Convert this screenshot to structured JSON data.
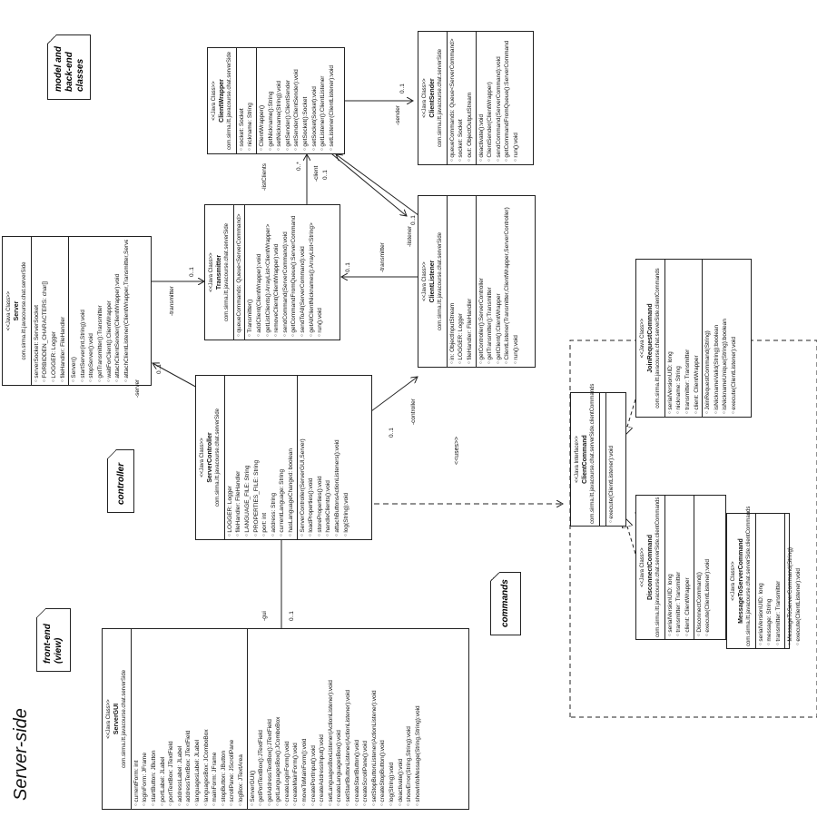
{
  "title": "Server-side",
  "notes": {
    "model": "model and back-end classes",
    "controller": "controller",
    "view": "front-end (view)",
    "commands": "commands"
  },
  "stereotype": "<<Java Class>>",
  "iface_stereotype": "<<Java Interface>>",
  "classes": {
    "server": {
      "name": "Server",
      "pkg": "com.sirma.itt.javacourse.chat.serverSide",
      "fields": [
        "serverSocket: ServerSocket",
        "FORBIDDEN_CHARACTERS: char[]",
        "LOGGER: Logger",
        "fileHandler: FileHandler"
      ],
      "methods": [
        "Server()",
        "startServer(int,String):void",
        "stopServer():void",
        "getTransmitter():Transmitter",
        "waitForClient():ClientWrapper",
        "attachClientSender(ClientWrapper):void",
        "attachClientListener(ClientWrapper,Transmitter,ServerController):void"
      ]
    },
    "clientWrapper": {
      "name": "ClientWrapper",
      "pkg": "com.sirma.itt.javacourse.chat.serverSide",
      "fields": [
        "socket: Socket",
        "nickname: String"
      ],
      "methods": [
        "ClientWrapper()",
        "getNickname():String",
        "setNickname(String):void",
        "getSender():ClientSender",
        "setSender(ClientSender):void",
        "getSocket():Socket",
        "setSocket(Socket):void",
        "getListener():ClientListener",
        "setListener(ClientListener):void"
      ]
    },
    "clientSender": {
      "name": "ClientSender",
      "pkg": "com.sirma.itt.javacourse.chat.serverSide",
      "fields": [
        "queueCommands: Queue<ServerCommand>",
        "socket: Socket",
        "out: ObjectOutputStream"
      ],
      "methods": [
        "deactivate():void",
        "ClientSender(ClientWrapper)",
        "sendCommand(ServerCommand):void",
        "getCommandFromQueue():ServerCommand",
        "run():void"
      ]
    },
    "transmitter": {
      "name": "Transmitter",
      "pkg": "com.sirma.itt.javacourse.chat.serverSide",
      "fields": [
        "queueCommands: Queue<ServerCommand>"
      ],
      "methods": [
        "Transmitter()",
        "addClient(ClientWrapper):void",
        "getListClients():ArrayList<ClientWrapper>",
        "removeClient(ClientWrapper):void",
        "sendCommand(ServerCommand):void",
        "getCommandFromQueue():ServerCommand",
        "sendToAll(ServerCommand):void",
        "getAllClientNicknames():ArrayList<String>",
        "run():void"
      ]
    },
    "clientListener": {
      "name": "ClientListener",
      "pkg": "com.sirma.itt.javacourse.chat.serverSide",
      "fields": [
        "in: ObjectInputStream",
        "LOGGER: Logger",
        "fileHandler: FileHandler"
      ],
      "methods": [
        "getController():ServerController",
        "getTransmitter():Transmitter",
        "getClient():ClientWrapper",
        "ClientListener(Transmitter,ClientWrapper,ServerController)",
        "run():void"
      ]
    },
    "serverController": {
      "name": "ServerController",
      "pkg": "com.sirma.itt.javacourse.chat.serverSide",
      "fields": [
        "LOGGER: Logger",
        "fileHandler: FileHandler",
        "LANGUAGE_FILE: String",
        "PROPERTIES_FILE: String",
        "port: int",
        "address: String",
        "currentLanguage: String",
        "hasLanguageChanged: boolean"
      ],
      "methods": [
        "ServerController(ServerGUI,Server)",
        "loadProperties():void",
        "storeProperties():void",
        "handleClients():void",
        "attachButtonsActionListeners():void",
        "log(String):void"
      ]
    },
    "serverGui": {
      "name": "ServerGUI",
      "pkg": "com.sirma.itt.javacourse.chat.serverSide",
      "fields": [
        "currentForm: int",
        "loginForm: JFrame",
        "startButton: JButton",
        "portLabel: JLabel",
        "portTextBox: JTextField",
        "addressLabel: JLabel",
        "addressTextBox: JTextField",
        "languagesLabel: JLabel",
        "languagesBox: JComboBox",
        "mainForm: JFrame",
        "stopButton: JButton",
        "scrollPane: JScrollPane",
        "logBox: JTextArea"
      ],
      "methods": [
        "ServerGUI()",
        "getPortTextBox():JTextField",
        "getAddressTextBox():JTextField",
        "getLanguagesBox():JComboBox",
        "createLoginForm():void",
        "createMainForm():void",
        "moveToMainForm():void",
        "createPortInput():void",
        "createAddressInput():void",
        "setLanguagesBoxListener(ActionListener):void",
        "createLanguagesBox():void",
        "setStartButtonListener(ActionListener):void",
        "createStartButton():void",
        "createScrollPane():void",
        "setStopButtonListener(ActionListener):void",
        "createStopButton():void",
        "log(String):void",
        "deactivate():void",
        "showError(String,String):void",
        "showInfoMessage(String,String):void"
      ]
    },
    "clientCommand": {
      "name": "ClientCommand",
      "pkg": "com.sirma.itt.javacourse.chat.serverSide.clientCommands",
      "fields": [],
      "methods": [
        "execute(ClientListener):void"
      ]
    },
    "joinRequest": {
      "name": "JoinRequestCommand",
      "pkg": "com.sirma.itt.javacourse.chat.serverSide.clientCommands",
      "fields": [
        "serialVersionUID: long",
        "nickname: String",
        "transmitter: Transmitter",
        "client: ClientWrapper"
      ],
      "methods": [
        "JoinRequestCommand(String)",
        "isNicknameValid(String):boolean",
        "isNicknameUnique(String):boolean",
        "execute(ClientListener):void"
      ]
    },
    "disconnect": {
      "name": "DisconnectCommand",
      "pkg": "com.sirma.itt.javacourse.chat.serverSide.clientCommands",
      "fields": [
        "serialVersionUID: long",
        "transmitter: Transmitter",
        "client: ClientWrapper"
      ],
      "methods": [
        "DisconnectCommand()",
        "execute(ClientListener):void"
      ]
    },
    "messageTo": {
      "name": "MessageToServerCommand",
      "pkg": "com.sirma.itt.javacourse.chat.serverSide.clientCommands",
      "fields": [
        "serialVersionUID: long",
        "message: String",
        "transmitter: Transmitter"
      ],
      "methods": [
        "MessageToServerCommand(String)",
        "execute(ClientListener):void"
      ]
    }
  },
  "labels": {
    "listClients": "-listClients",
    "listClientsMult": "0..*",
    "sender": "-sender",
    "senderMult": "0..1",
    "client": "-client",
    "clientMult": "0..1",
    "listener": "-listener",
    "listenerMult": "0..1",
    "transmitter1": "-transmitter",
    "transmitter1Mult": "0..1",
    "transmitter2": "-transmitter",
    "transmitter2Mult": "0..1",
    "server": "-server",
    "serverMult": "0..1",
    "controller": "-controller",
    "controllerMult": "0..1",
    "gui": "-gui",
    "guiMult": "0..1",
    "uses": "<<uses>>"
  }
}
